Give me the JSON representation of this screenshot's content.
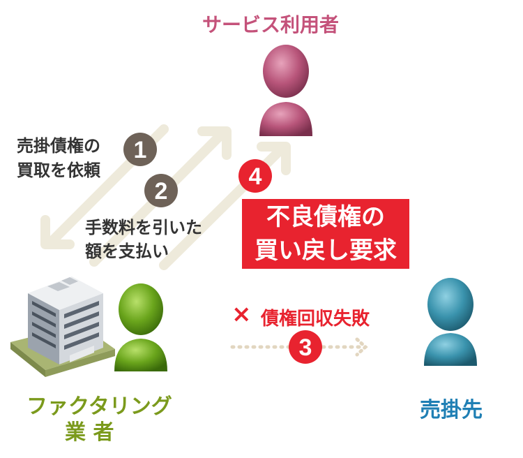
{
  "actors": {
    "service_user": "サービス利用者",
    "factoring_line1": "ファクタリング",
    "factoring_line2": "業 者",
    "debtor": "売掛先"
  },
  "steps": {
    "step1": {
      "number": "1",
      "line1": "売掛債権の",
      "line2": "買取を依頼"
    },
    "step2": {
      "number": "2",
      "line1": "手数料を引いた",
      "line2": "額を支払い"
    },
    "step3": {
      "number": "3",
      "mark": "×",
      "label": "債権回収失敗"
    },
    "step4": {
      "number": "4",
      "line1": "不良債権の",
      "line2": "買い戻し要求"
    }
  },
  "colors": {
    "service_user": "#c4527a",
    "factoring": "#7b9a1c",
    "debtor": "#1f7fb4",
    "arrow": "#eeeadb",
    "step_badge": "#6e6258",
    "alert": "#e8232f"
  }
}
